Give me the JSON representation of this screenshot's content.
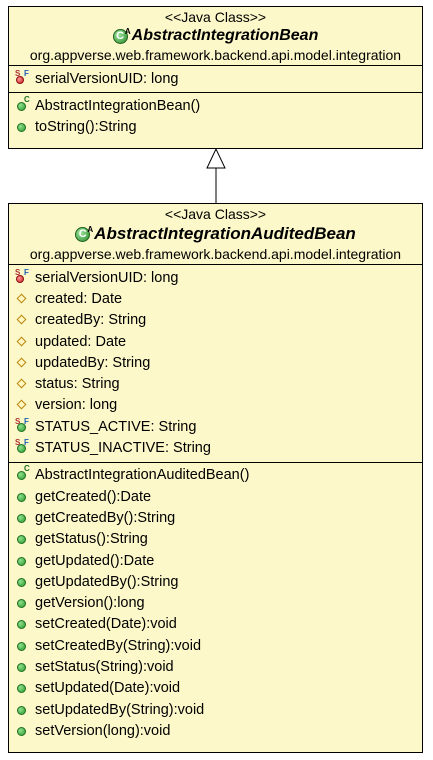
{
  "classes": [
    {
      "stereotype": "<<Java Class>>",
      "name": "AbstractIntegrationBean",
      "package": "org.appverse.web.framework.backend.api.model.integration",
      "attributes": [
        {
          "text": "serialVersionUID: long",
          "icon": "static-final-private-icon"
        }
      ],
      "operations": [
        {
          "text": "AbstractIntegrationBean()",
          "icon": "constructor-public-icon"
        },
        {
          "text": "toString():String",
          "icon": "public-method-icon"
        }
      ]
    },
    {
      "stereotype": "<<Java Class>>",
      "name": "AbstractIntegrationAuditedBean",
      "package": "org.appverse.web.framework.backend.api.model.integration",
      "attributes": [
        {
          "text": "serialVersionUID: long",
          "icon": "static-final-private-icon"
        },
        {
          "text": "created: Date",
          "icon": "protected-field-icon"
        },
        {
          "text": "createdBy: String",
          "icon": "protected-field-icon"
        },
        {
          "text": "updated: Date",
          "icon": "protected-field-icon"
        },
        {
          "text": "updatedBy: String",
          "icon": "protected-field-icon"
        },
        {
          "text": "status: String",
          "icon": "protected-field-icon"
        },
        {
          "text": "version: long",
          "icon": "protected-field-icon"
        },
        {
          "text": "STATUS_ACTIVE: String",
          "icon": "static-final-public-icon"
        },
        {
          "text": "STATUS_INACTIVE: String",
          "icon": "static-final-public-icon"
        }
      ],
      "operations": [
        {
          "text": "AbstractIntegrationAuditedBean()",
          "icon": "constructor-public-icon"
        },
        {
          "text": "getCreated():Date",
          "icon": "public-method-icon"
        },
        {
          "text": "getCreatedBy():String",
          "icon": "public-method-icon"
        },
        {
          "text": "getStatus():String",
          "icon": "public-method-icon"
        },
        {
          "text": "getUpdated():Date",
          "icon": "public-method-icon"
        },
        {
          "text": "getUpdatedBy():String",
          "icon": "public-method-icon"
        },
        {
          "text": "getVersion():long",
          "icon": "public-method-icon"
        },
        {
          "text": "setCreated(Date):void",
          "icon": "public-method-icon"
        },
        {
          "text": "setCreatedBy(String):void",
          "icon": "public-method-icon"
        },
        {
          "text": "setStatus(String):void",
          "icon": "public-method-icon"
        },
        {
          "text": "setUpdated(Date):void",
          "icon": "public-method-icon"
        },
        {
          "text": "setUpdatedBy(String):void",
          "icon": "public-method-icon"
        },
        {
          "text": "setVersion(long):void",
          "icon": "public-method-icon"
        }
      ]
    }
  ],
  "colors": {
    "class_fill": "#fcf8c9",
    "border": "#000000",
    "public_method": "#2a9a2a",
    "private_static": "#c81e1e"
  }
}
